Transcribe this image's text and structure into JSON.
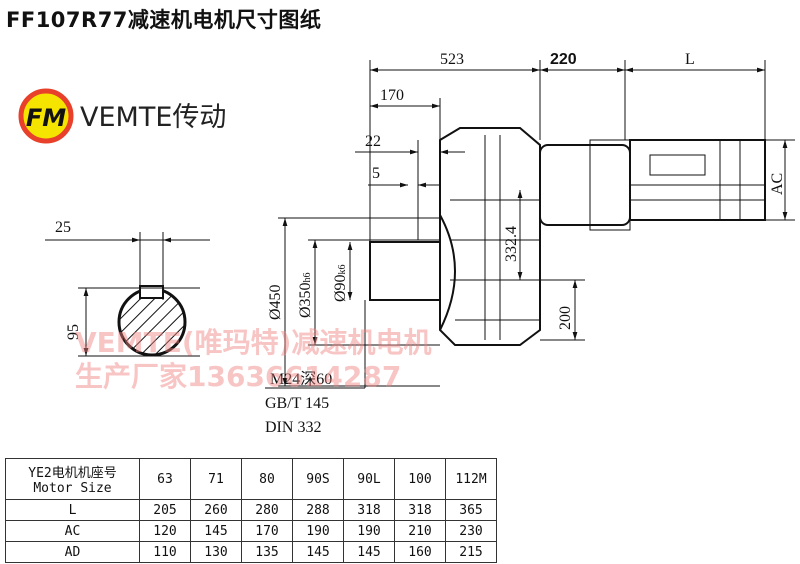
{
  "title": "FF107R77减速机电机尺寸图纸",
  "brand": {
    "logo_text": "FM",
    "name": "VEMTE传动",
    "ring_color": "#e8402a",
    "fill_color": "#f5e400"
  },
  "watermark": {
    "line1": "VEMTE(唯玛特)减速机电机",
    "line2": "生产厂家13636614287"
  },
  "shaft_section": {
    "width": "25",
    "height": "95"
  },
  "dimensions": {
    "d523": "523",
    "d220": "220",
    "dL": "L",
    "d170": "170",
    "d22": "22",
    "d5": "5",
    "d450": "Ø450",
    "d350": "Ø350",
    "d350_tol": "h6",
    "d90": "Ø90",
    "d90_tol": "k6",
    "d332": "332.4",
    "d200": "200",
    "dAC": "AC"
  },
  "notes": {
    "thread": "M24深60",
    "std1": "GB/T 145",
    "std2": "DIN 332"
  },
  "table": {
    "header_cn": "YE2电机机座号",
    "header_en": "Motor Size",
    "sizes": [
      "63",
      "71",
      "80",
      "90S",
      "90L",
      "100",
      "112M"
    ],
    "rows": [
      {
        "label": "L",
        "values": [
          "205",
          "260",
          "280",
          "288",
          "318",
          "318",
          "365"
        ]
      },
      {
        "label": "AC",
        "values": [
          "120",
          "145",
          "170",
          "190",
          "190",
          "210",
          "230"
        ]
      },
      {
        "label": "AD",
        "values": [
          "110",
          "130",
          "135",
          "145",
          "145",
          "160",
          "215"
        ]
      }
    ]
  }
}
